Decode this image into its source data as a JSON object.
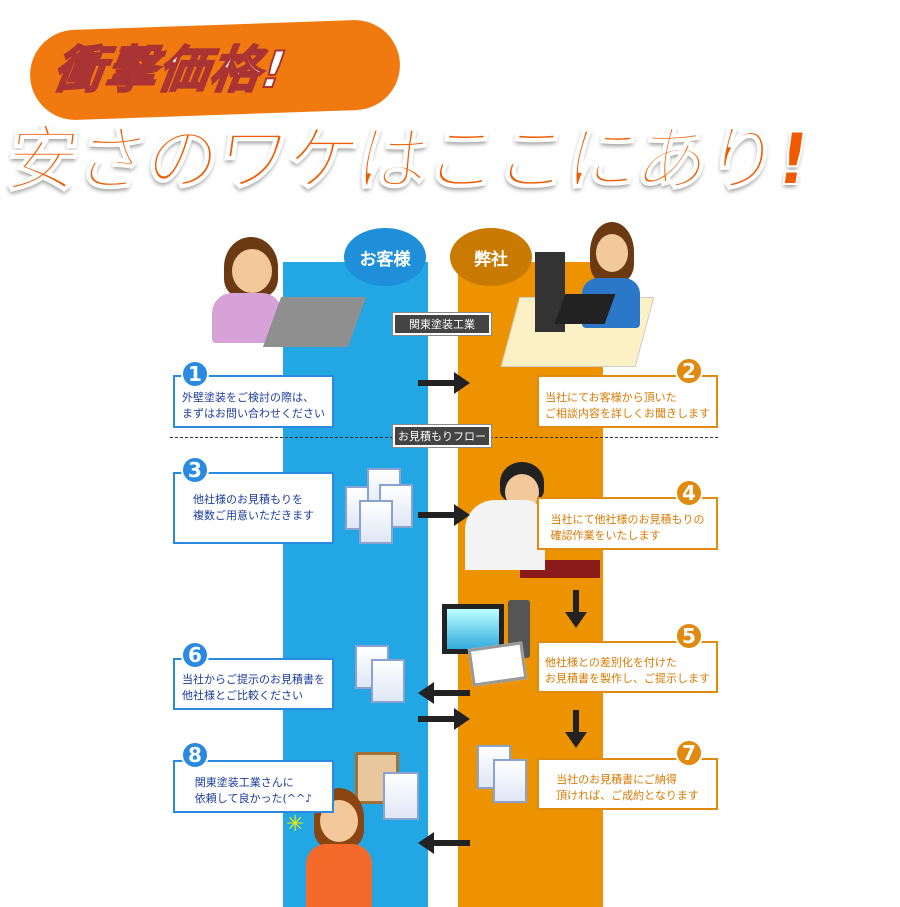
{
  "header": {
    "title_small": "衝撃価格!",
    "title_main": "安さのワケはここにあり!"
  },
  "columns": {
    "customer": "お客様",
    "company": "弊社"
  },
  "labels": {
    "company_name": "関東塗装工業",
    "flow": "お見積もりフロー"
  },
  "steps": [
    {
      "num": "1",
      "line1": "外壁塗装をご検討の際は、",
      "line2": "まずはお問い合わせください"
    },
    {
      "num": "2",
      "line1": "当社にてお客様から頂いた",
      "line2": "ご相談内容を詳しくお聞きします"
    },
    {
      "num": "3",
      "line1": "他社様のお見積もりを",
      "line2": "複数ご用意いただきます"
    },
    {
      "num": "4",
      "line1": "当社にて他社様のお見積もりの",
      "line2": "確認作業をいたします"
    },
    {
      "num": "5",
      "line1": "他社様との差別化を付けた",
      "line2": "お見積書を製作し、ご提示します"
    },
    {
      "num": "6",
      "line1": "当社からご提示のお見積書を",
      "line2": "他社様とご比較ください"
    },
    {
      "num": "7",
      "line1": "当社のお見積書にご納得",
      "line2": "頂ければ、ご成約となります"
    },
    {
      "num": "8",
      "line1": "関東塗装工業さんに",
      "line2": "依頼して良かった(^^♪"
    }
  ],
  "colors": {
    "blue": "#22a6e4",
    "orange": "#ee9300",
    "title": "#f05a00"
  }
}
